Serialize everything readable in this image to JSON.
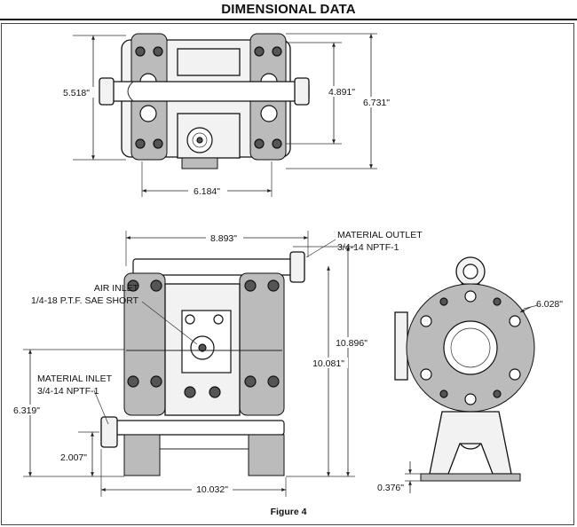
{
  "header": {
    "title": "DIMENSIONAL DATA"
  },
  "top_view": {
    "width": "6.184\"",
    "height_left": "5.518\"",
    "height_inner": "4.891\"",
    "height_outer": "6.731\""
  },
  "front_view": {
    "overall_width": "8.893\"",
    "base_width": "10.032\"",
    "height_overall": "10.896\"",
    "height_outlet": "10.081\"",
    "height_inlet": "6.319\"",
    "inlet_center": "2.007\"",
    "air_inlet": {
      "line1": "AIR INLET",
      "line2": "1/4-18 P.T.F. SAE SHORT"
    },
    "material_outlet": {
      "line1": "MATERIAL OUTLET",
      "line2": "3/4-14 NPTF-1"
    },
    "material_inlet": {
      "line1": "MATERIAL INLET",
      "line2": "3/4-14 NPTF-1"
    }
  },
  "side_view": {
    "width": "6.028\"",
    "base_height": "0.376\""
  },
  "figure": {
    "caption": "Figure 4"
  }
}
